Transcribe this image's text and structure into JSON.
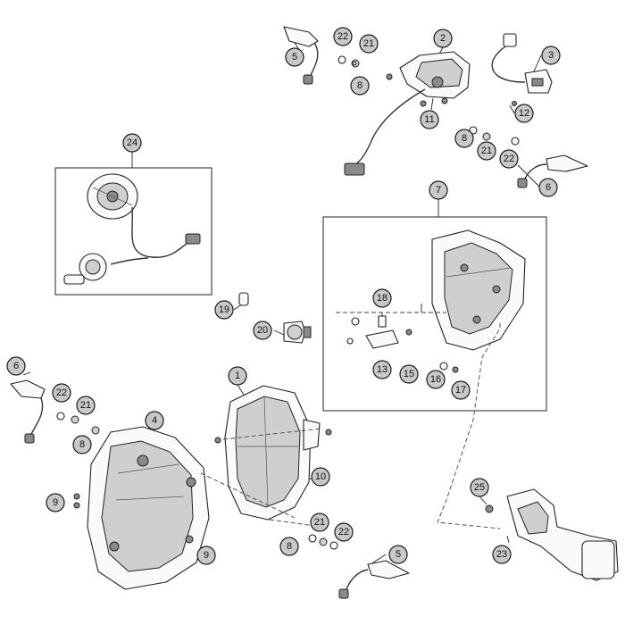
{
  "diagram": {
    "callouts": [
      {
        "label": "1"
      },
      {
        "label": "2"
      },
      {
        "label": "3"
      },
      {
        "label": "4"
      },
      {
        "label": "5"
      },
      {
        "label": "5"
      },
      {
        "label": "6"
      },
      {
        "label": "6"
      },
      {
        "label": "7"
      },
      {
        "label": "8"
      },
      {
        "label": "8"
      },
      {
        "label": "8"
      },
      {
        "label": "8"
      },
      {
        "label": "9"
      },
      {
        "label": "9"
      },
      {
        "label": "10"
      },
      {
        "label": "11"
      },
      {
        "label": "12"
      },
      {
        "label": "13"
      },
      {
        "label": "15"
      },
      {
        "label": "16"
      },
      {
        "label": "17"
      },
      {
        "label": "18"
      },
      {
        "label": "19"
      },
      {
        "label": "20"
      },
      {
        "label": "21"
      },
      {
        "label": "21"
      },
      {
        "label": "21"
      },
      {
        "label": "21"
      },
      {
        "label": "22"
      },
      {
        "label": "22"
      },
      {
        "label": "22"
      },
      {
        "label": "22"
      },
      {
        "label": "23"
      },
      {
        "label": "24"
      },
      {
        "label": "25"
      }
    ]
  }
}
